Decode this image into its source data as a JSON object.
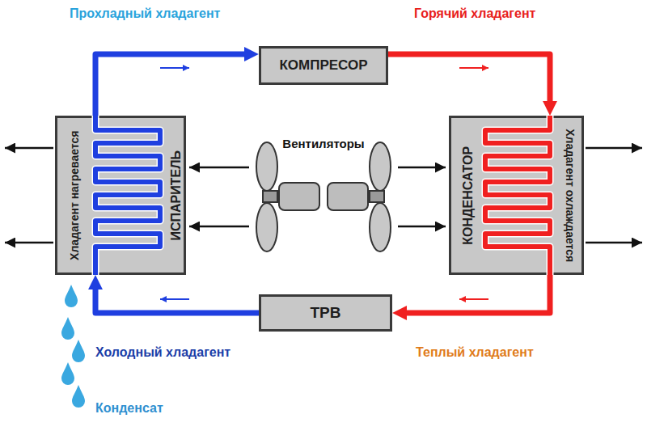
{
  "diagram": {
    "nodes": [
      {
        "text": [
          "КОМПРЕСОР"
        ]
      },
      {
        "text": [
          "ИСПАРИТЕЛЬ",
          "Хладагент нагревается"
        ]
      },
      {
        "text": [
          "КОНДЕНСАТОР",
          "Хладагент охлаждается"
        ]
      },
      {
        "text": [
          "ТРВ"
        ]
      }
    ],
    "edges": [
      {
        "from": 1,
        "to": 0,
        "label": "Прохладный хладагент",
        "arrow": "to"
      },
      {
        "from": 0,
        "to": 2,
        "label": "Горячий хладагент",
        "arrow": "to"
      },
      {
        "from": 2,
        "to": 3,
        "label": "Теплый хладагент",
        "arrow": "to"
      },
      {
        "from": 3,
        "to": 1,
        "label": "Холодный хладагент",
        "arrow": "to"
      }
    ],
    "labels": [
      "Вентиляторы",
      "Конденсат"
    ]
  }
}
